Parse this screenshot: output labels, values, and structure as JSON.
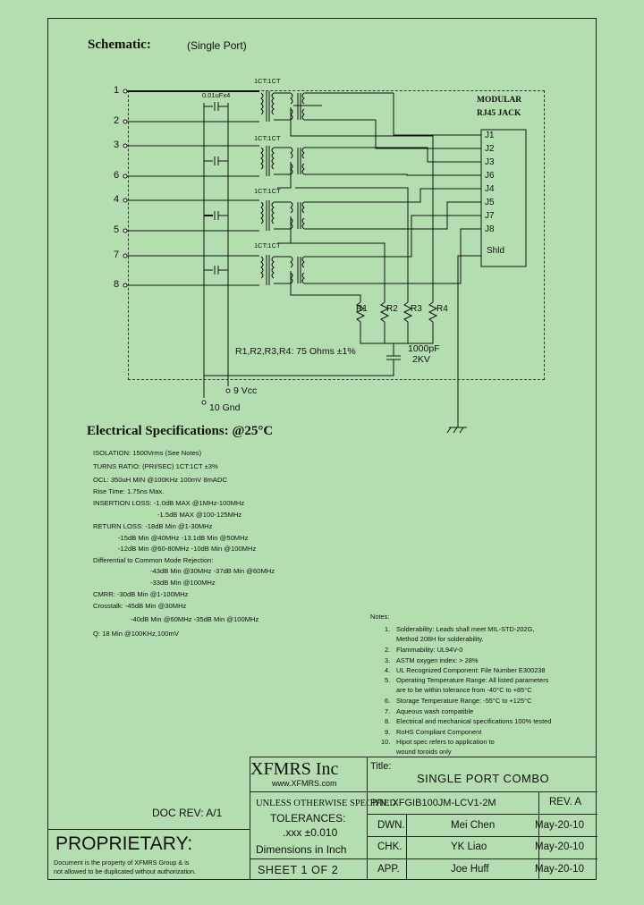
{
  "header": {
    "title": "Schematic:",
    "subtitle": "(Single Port)"
  },
  "schematic": {
    "pins": [
      "1",
      "2",
      "3",
      "6",
      "4",
      "5",
      "7",
      "8"
    ],
    "connector_title_1": "MODULAR",
    "connector_title_2": "RJ45 JACK",
    "jack_pins": [
      "J1",
      "J2",
      "J3",
      "J6",
      "J4",
      "J5",
      "J7",
      "J8"
    ],
    "shield": "Shld",
    "transformer_labels": [
      "1CT:1CT",
      "1CT:1CT",
      "1CT:1CT",
      "1CT:1CT"
    ],
    "cap_label": "0.01uFx4",
    "resistors": [
      "R1",
      "R2",
      "R3",
      "R4"
    ],
    "resistor_value": "R1,R2,R3,R4: 75 Ohms ±1%",
    "hv_cap": "1000pF",
    "hv_cap_voltage": "2KV",
    "pin9": "9 Vcc",
    "pin10": "10 Gnd"
  },
  "specs": {
    "title": "Electrical Specifications: @25°C",
    "lines": [
      "ISOLATION: 1500Vrms (See Notes)",
      "TURNS RATIO: (PRI/SEC) 1CT:1CT ±3%",
      "OCL: 350uH MIN @100KHz 100mV 8mADC",
      "Rise Time: 1.75ns Max.",
      "INSERTION LOSS: -1.0dB MAX @1MHz-100MHz",
      "-1.5dB MAX @100-125MHz",
      "RETURN LOSS: -18dB Min @1-30MHz",
      "-15dB Min @40MHz -13.1dB Min @50MHz",
      "-12dB Min @60-80MHz -10dB Min @100MHz",
      "Differential to Common Mode Rejection:",
      "-43dB Min @30MHz -37dB Min @60MHz",
      "-33dB Min @100MHz",
      "CMRR: -30dB Min @1-100MHz",
      "Crosstalk: -45dB Min @30MHz",
      "-40dB Min @60MHz -35dB Min @100MHz",
      "Q: 18 Min @100KHz,100mV"
    ]
  },
  "notes": {
    "title": "Notes:",
    "items": [
      {
        "num": "1.",
        "lines": [
          "Solderability: Leads shall meet MIL-STD-202G,",
          "Method 208H for solderability."
        ]
      },
      {
        "num": "2.",
        "lines": [
          "Flammability: UL94V-0"
        ]
      },
      {
        "num": "3.",
        "lines": [
          "ASTM oxygen index: > 28%"
        ]
      },
      {
        "num": "4.",
        "lines": [
          "UL Recognized Component: File Number E300238"
        ]
      },
      {
        "num": "5.",
        "lines": [
          "Operating Temperature Range: All listed parameters",
          "are to be within tolerance from -40°C to +85°C"
        ]
      },
      {
        "num": "6.",
        "lines": [
          "Storage Temperature Range: -55°C to +125°C"
        ]
      },
      {
        "num": "7.",
        "lines": [
          "Aqueous wash compatible"
        ]
      },
      {
        "num": "8.",
        "lines": [
          "Electrical and mechanical specifications 100% tested"
        ]
      },
      {
        "num": "9.",
        "lines": [
          "RoHS Compliant Component"
        ]
      },
      {
        "num": "10.",
        "lines": [
          "Hipot spec refers to application to",
          "wound toroids only"
        ]
      }
    ]
  },
  "doc_rev": "DOC REV: A/1",
  "proprietary": {
    "title": "PROPRIETARY:",
    "text_1": "Document is the property of XFMRS Group & is",
    "text_2": "not allowed to be duplicated without authorization."
  },
  "title_block": {
    "company": "XFMRS Inc",
    "website": "www.XFMRS.com",
    "title_label": "Title:",
    "title": "SINGLE PORT COMBO",
    "tolerance_1": "UNLESS OTHERWISE SPECIFIED",
    "tolerance_2": "TOLERANCES:",
    "tolerance_3": ".xxx ±0.010",
    "tolerance_4": "Dimensions in Inch",
    "sheet": "SHEET 1 OF 2",
    "pn": "P/N: XFGIB100JM-LCV1-2M",
    "rev": "REV. A",
    "dwn_label": "DWN.",
    "dwn_name": "Mei Chen",
    "dwn_date": "May-20-10",
    "chk_label": "CHK.",
    "chk_name": "YK Liao",
    "chk_date": "May-20-10",
    "app_label": "APP.",
    "app_name": "Joe Huff",
    "app_date": "May-20-10"
  }
}
